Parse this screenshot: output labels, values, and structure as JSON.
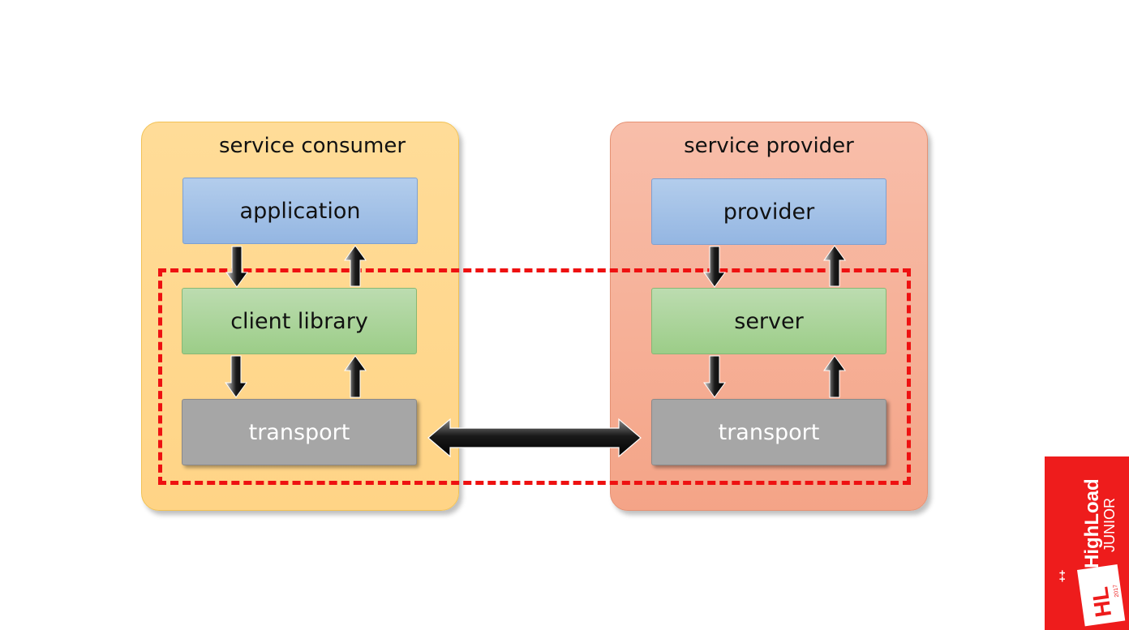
{
  "consumer": {
    "title": "service consumer",
    "application": "application",
    "client_library": "client library",
    "transport": "transport"
  },
  "provider": {
    "title": "service provider",
    "provider": "provider",
    "server": "server",
    "transport": "transport"
  },
  "logo": {
    "brand": "HighLoad",
    "sub": "JUNIOR",
    "mark": "HL",
    "year": "2017",
    "plus": "++"
  },
  "colors": {
    "consumer_panel": "#ffd486",
    "provider_panel": "#f4a487",
    "blue_box": "#94b6e2",
    "green_box": "#9ccd88",
    "gray_box": "#a6a6a6",
    "dashed_border": "#ee1111",
    "logo_red": "#ee1c1c"
  }
}
